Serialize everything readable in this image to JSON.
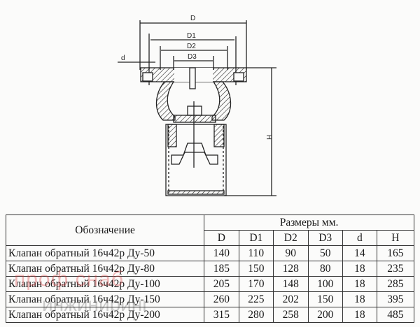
{
  "drawing": {
    "labels": {
      "D": "D",
      "D1": "D1",
      "D2": "D2",
      "D3": "D3",
      "d": "d",
      "H": "H"
    }
  },
  "table": {
    "header_name": "Обозначение",
    "header_group": "Размеры мм.",
    "columns": [
      "D",
      "D1",
      "D2",
      "D3",
      "d",
      "H"
    ],
    "rows": [
      {
        "name": "Клапан обратный 16ч42р Ду-50",
        "values": [
          "140",
          "110",
          "90",
          "50",
          "14",
          "165"
        ]
      },
      {
        "name": "Клапан обратный 16ч42р Ду-80",
        "values": [
          "185",
          "150",
          "128",
          "80",
          "18",
          "235"
        ]
      },
      {
        "name": "Клапан обратный 16ч42р Ду-100",
        "values": [
          "205",
          "170",
          "148",
          "100",
          "18",
          "285"
        ]
      },
      {
        "name": "Клапан обратный 16ч42р Ду-150",
        "values": [
          "260",
          "225",
          "202",
          "150",
          "18",
          "395"
        ]
      },
      {
        "name": "Клапан обратный 16ч42р Ду-200",
        "values": [
          "315",
          "280",
          "258",
          "200",
          "18",
          "485"
        ]
      }
    ]
  },
  "watermark": {
    "line1": "проф снаб",
    "line2": "инжиниринг"
  }
}
